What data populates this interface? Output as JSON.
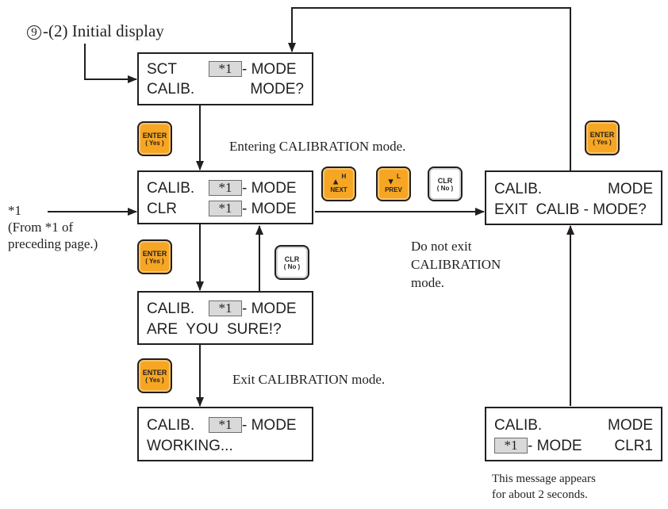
{
  "title": {
    "marker": "9",
    "text": "-(2) Initial display"
  },
  "displays": {
    "sct": {
      "line1_left": "SCT",
      "chip": "*1",
      "line1_right": "- MODE",
      "line2_left": "CALIB.",
      "line2_right": "MODE?"
    },
    "calib_clr": {
      "line1_left": "CALIB.",
      "chip1": "*1",
      "line1_right": "- MODE",
      "line2_left": "CLR",
      "chip2": "*1",
      "line2_right": "- MODE"
    },
    "sure": {
      "line1_left": "CALIB.",
      "chip": "*1",
      "line1_right": "- MODE",
      "line2": "ARE  YOU  SURE!?"
    },
    "working": {
      "line1_left": "CALIB.",
      "chip": "*1",
      "line1_right": "- MODE",
      "line2": "WORKING..."
    },
    "exit": {
      "line1_left": "CALIB.",
      "line1_right": "MODE",
      "line2": "EXIT  CALIB - MODE?"
    },
    "clr1": {
      "line1_left": "CALIB.",
      "line1_right": "MODE",
      "chip": "*1",
      "line2_mid": "- MODE",
      "line2_right": "CLR1"
    }
  },
  "keys": {
    "enter": {
      "top": "ENTER",
      "bottom": "( Yes )"
    },
    "next": {
      "arrow": "▲",
      "sup": "H",
      "label": "NEXT"
    },
    "prev": {
      "arrow": "▼",
      "sup": "L",
      "label": "PREV"
    },
    "clr": {
      "top": "CLR",
      "bottom": "( No )"
    }
  },
  "notes": {
    "entering": "Entering CALIBRATION mode.",
    "exit_mode": "Exit CALIBRATION mode.",
    "do_not_exit": [
      "Do not exit",
      "CALIBRATION",
      "mode."
    ],
    "ref": [
      "*1",
      "(From *1 of",
      "preceding page.)"
    ],
    "appears": [
      "This message appears",
      "for about 2 seconds."
    ]
  },
  "colors": {
    "key_orange": "#f6a623",
    "line": "#231f20",
    "chip": "#d9d9d9"
  }
}
